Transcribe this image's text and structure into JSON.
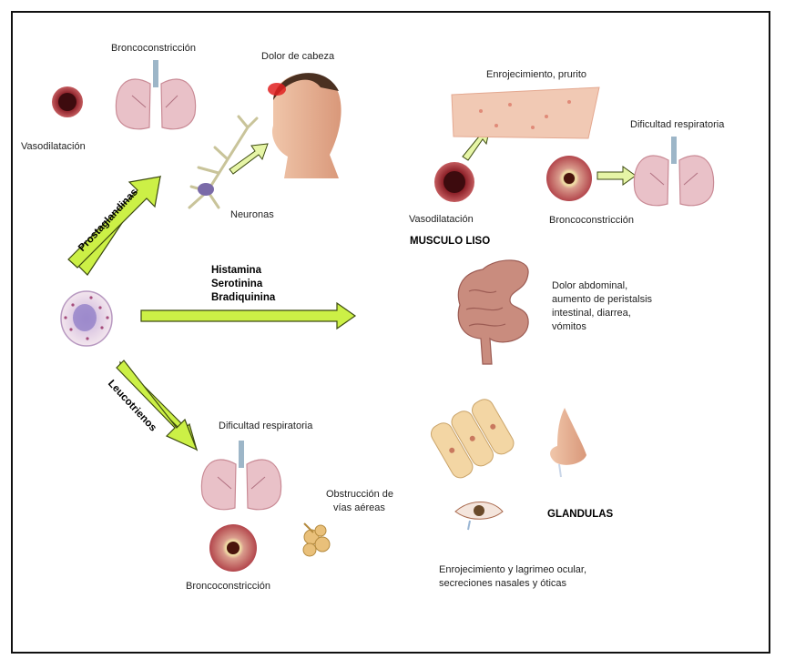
{
  "labels": {
    "broncoconstriccion_top": "Broncoconstricción",
    "dolor_cabeza": "Dolor de cabeza",
    "vasodilatacion_left": "Vasodilatación",
    "neuronas": "Neuronas",
    "enrojecimiento_prurito": "Enrojecimiento, prurito",
    "dificultad_right": "Dificultad respiratoria",
    "vasodilatacion_right": "Vasodilatación",
    "broncoconstriccion_right": "Broncoconstricción",
    "musculo_liso": "MUSCULO LISO",
    "histamina": "Histamina",
    "serotinina": "Serotinina",
    "bradiquinina": "Bradiquinina",
    "dolor_abdominal_1": "Dolor abdominal,",
    "dolor_abdominal_2": "aumento de peristalsis",
    "dolor_abdominal_3": "intestinal, diarrea,",
    "dolor_abdominal_4": "vómitos",
    "dificultad_bottom": "Dificultad respiratoria",
    "obstruccion_1": "Obstrucción de",
    "obstruccion_2": "vías aéreas",
    "broncoconstriccion_bottom": "Broncoconstricción",
    "glandulas": "GLANDULAS",
    "enrojecimiento_ocular_1": "Enrojecimiento y lagrimeo ocular,",
    "enrojecimiento_ocular_2": "secreciones nasales y óticas",
    "prostaglandinas": "Prostaglandinas",
    "leucotrienos": "Leucotrienos"
  },
  "colors": {
    "arrow_fill": "#ccf046",
    "arrow_stroke": "#3c4a10",
    "lung": "#e9c1c8",
    "vessel": "#b5424a",
    "skin": "#e8b596",
    "intestine": "#c98c7e"
  }
}
